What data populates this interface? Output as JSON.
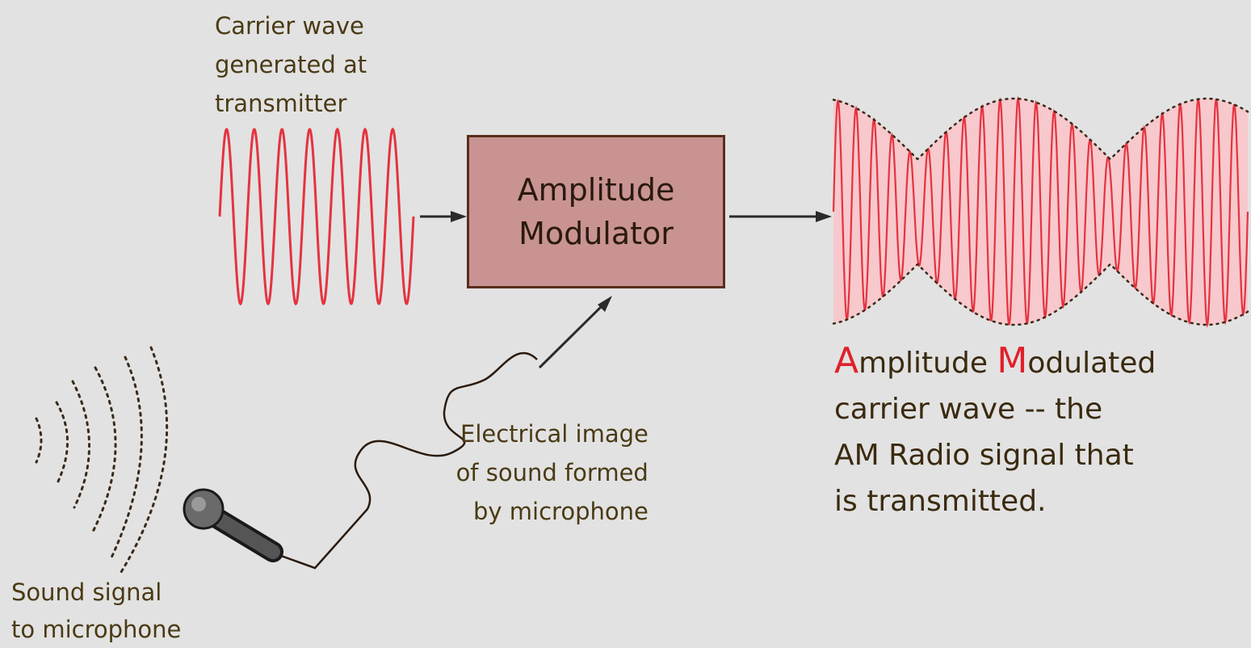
{
  "labels": {
    "carrier": [
      "Carrier wave",
      "generated at",
      "transmitter"
    ],
    "modulator": [
      "Amplitude",
      "Modulator"
    ],
    "electrical": [
      "Electrical image",
      "of sound formed",
      "by microphone"
    ],
    "sound": [
      "Sound signal",
      "to microphone"
    ],
    "am_output": {
      "line1": {
        "first_letter": "A",
        "first_rest": "mplitude ",
        "second_letter": "M",
        "second_rest": "odulated"
      },
      "line2": "carrier wave -- the",
      "line3": "AM Radio signal that",
      "line4": "is transmitted."
    }
  },
  "colors": {
    "wave": "#e5333f",
    "envelope_fill": "#f7c8cc",
    "box_fill": "#c99393",
    "background": "#e2e2e2"
  },
  "icons": [
    "microphone-icon",
    "sound-waves-icon"
  ]
}
